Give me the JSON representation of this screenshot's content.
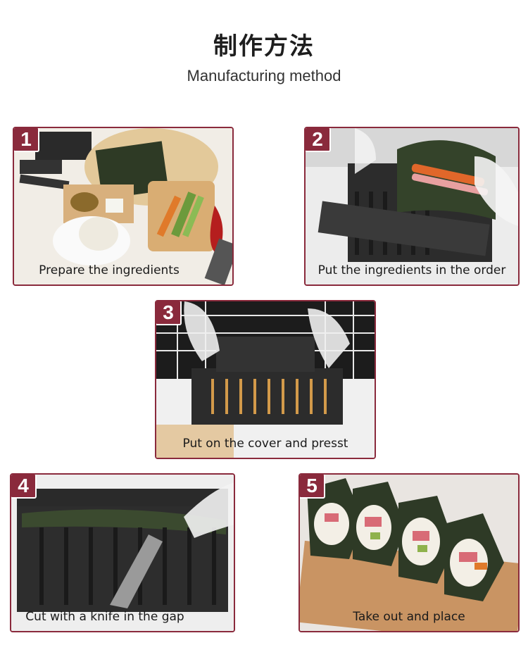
{
  "header": {
    "title_cn": "制作方法",
    "title_en": "Manufacturing method"
  },
  "steps": [
    {
      "number": "1",
      "caption": "Prepare the ingredients"
    },
    {
      "number": "2",
      "caption": "Put the ingredients in the order"
    },
    {
      "number": "3",
      "caption": "Put on the cover and presst"
    },
    {
      "number": "4",
      "caption": "Cut with a knife in the gap"
    },
    {
      "number": "5",
      "caption": "Take out and place"
    }
  ],
  "colors": {
    "accent": "#8a2a3c",
    "mold": "#2b2b2b",
    "seaweed": "#2f3a24"
  }
}
